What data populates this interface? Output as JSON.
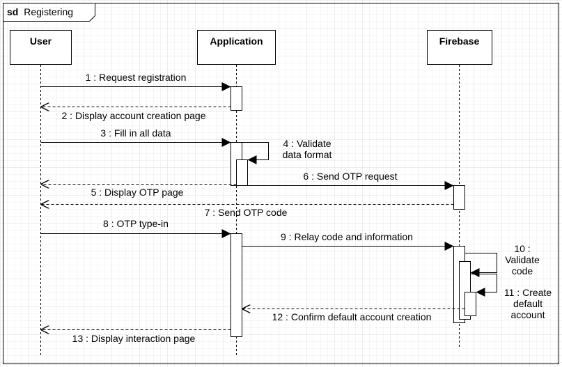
{
  "frame": {
    "keyword": "sd",
    "title": "Registering"
  },
  "lifelines": [
    {
      "id": "user",
      "label": "User"
    },
    {
      "id": "app",
      "label": "Application"
    },
    {
      "id": "firebase",
      "label": "Firebase"
    }
  ],
  "messages": [
    {
      "id": "m1",
      "label": "1 : Request registration",
      "from": "user",
      "to": "app",
      "kind": "sync"
    },
    {
      "id": "m2",
      "label": "2 : Display account creation page",
      "from": "app",
      "to": "user",
      "kind": "reply"
    },
    {
      "id": "m3",
      "label": "3 : Fill in all data",
      "from": "user",
      "to": "app",
      "kind": "sync"
    },
    {
      "id": "m4",
      "label": [
        "4 : Validate",
        "data format"
      ],
      "from": "app",
      "to": "app",
      "kind": "self"
    },
    {
      "id": "m6",
      "label": "6 : Send OTP request",
      "from": "app",
      "to": "firebase",
      "kind": "sync"
    },
    {
      "id": "m5",
      "label": "5 : Display OTP page",
      "from": "app",
      "to": "user",
      "kind": "reply"
    },
    {
      "id": "m7",
      "label": "7 : Send OTP code",
      "from": "firebase",
      "to": "user",
      "kind": "reply"
    },
    {
      "id": "m8",
      "label": "8 : OTP type-in",
      "from": "user",
      "to": "app",
      "kind": "sync"
    },
    {
      "id": "m9",
      "label": "9 : Relay code and information",
      "from": "app",
      "to": "firebase",
      "kind": "sync"
    },
    {
      "id": "m10",
      "label": [
        "10 :",
        "Validate",
        "code"
      ],
      "from": "firebase",
      "to": "firebase",
      "kind": "self"
    },
    {
      "id": "m11",
      "label": [
        "11 : Create",
        "default",
        "account"
      ],
      "from": "firebase",
      "to": "firebase",
      "kind": "self"
    },
    {
      "id": "m12",
      "label": "12 : Confirm default account creation",
      "from": "firebase",
      "to": "app",
      "kind": "reply"
    },
    {
      "id": "m13",
      "label": "13 : Display interaction page",
      "from": "app",
      "to": "user",
      "kind": "reply"
    }
  ]
}
